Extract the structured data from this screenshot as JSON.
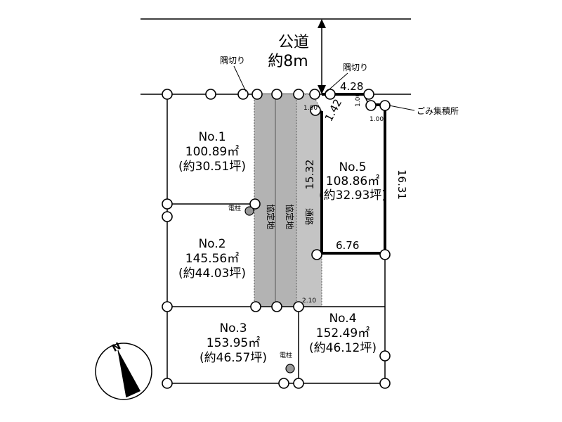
{
  "road": {
    "line1": "公道",
    "line2": "約8m"
  },
  "corner_cut_left": "隅切り",
  "corner_cut_right": "隅切り",
  "garbage": "ごみ集積所",
  "utility_pole_1": "電柱",
  "utility_pole_2": "電柱",
  "agreement_land": "協定地",
  "driveway_label": "通路",
  "north": "N",
  "lots": [
    {
      "no": "No.1",
      "area": "100.89㎡",
      "tsubo": "(約30.51坪)"
    },
    {
      "no": "No.2",
      "area": "145.56㎡",
      "tsubo": "(約44.03坪)"
    },
    {
      "no": "No.3",
      "area": "153.95㎡",
      "tsubo": "(約46.57坪)"
    },
    {
      "no": "No.4",
      "area": "152.49㎡",
      "tsubo": "(約46.12坪)"
    },
    {
      "no": "No.5",
      "area": "108.86㎡",
      "tsubo": "(約32.93坪)"
    }
  ],
  "dims": {
    "top": "4.28",
    "diag": "1.42",
    "right": "16.31",
    "bottom": "6.76",
    "passage": "15.32",
    "s1": "1.00",
    "s2": "1.00",
    "s3": "1.00",
    "s4": "2.10"
  }
}
